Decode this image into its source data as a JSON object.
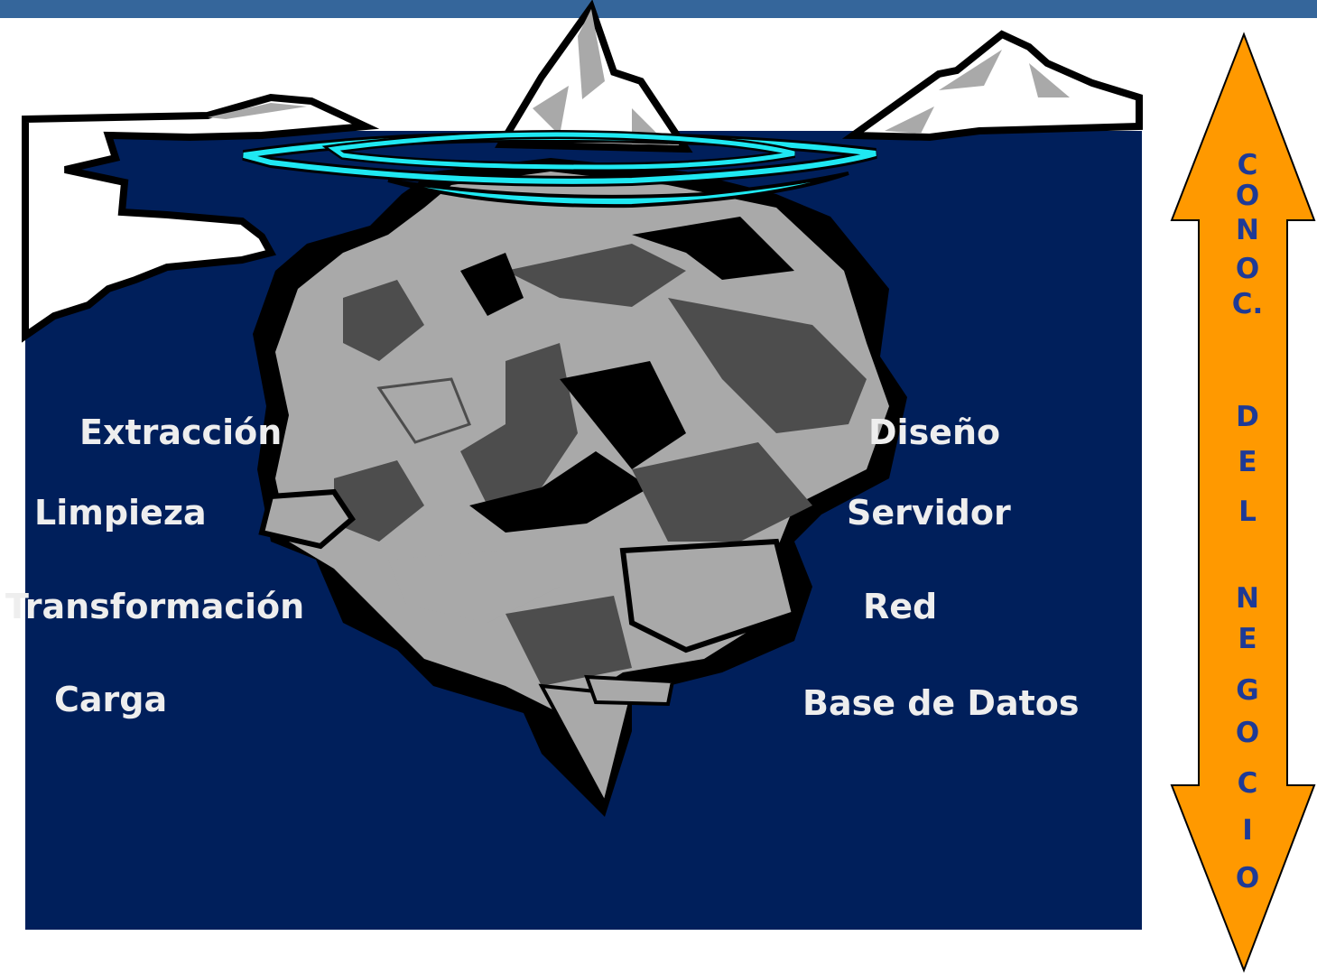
{
  "colors": {
    "top_bar": "#35669b",
    "water": "#001f5b",
    "ice_light": "#a9a9a9",
    "ice_dark": "#4d4d4d",
    "ripple": "#1fe8f2",
    "arrow_fill": "#ff9900",
    "arrow_text": "#1e3a96",
    "label_text": "#eeeeee"
  },
  "left_labels": {
    "l1": "Extracción",
    "l2": "Limpieza",
    "l3": "Transformación",
    "l4": "Carga"
  },
  "right_labels": {
    "r1": "Diseño",
    "r2": "Servidor",
    "r3": "Red",
    "r4": "Base de Datos"
  },
  "arrow": {
    "letters": [
      "C",
      "O",
      "N",
      "O",
      "C.",
      "",
      "D",
      "E",
      "L",
      "",
      "N",
      "E",
      "G",
      "O",
      "C",
      "I",
      "O"
    ]
  }
}
